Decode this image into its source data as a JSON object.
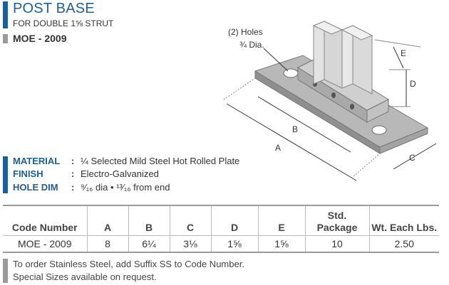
{
  "header": {
    "title": "POST BASE",
    "subtitle": "FOR DOUBLE 1⅝ STRUT",
    "model": "MOE - 2009"
  },
  "diagram": {
    "holes_line1": "(2) Holes",
    "holes_line2": "¾  Dia.",
    "labels": {
      "a": "A",
      "b": "B",
      "c": "C",
      "d": "D",
      "e": "E"
    }
  },
  "specs": [
    {
      "label": "MATERIAL",
      "value": "¼ Selected Mild Steel Hot Rolled Plate"
    },
    {
      "label": "FINISH",
      "value": "Electro-Galvanized"
    },
    {
      "label": "HOLE DIM",
      "value": "⁹⁄₁₆ dia  •  ¹³⁄₁₆ from end"
    }
  ],
  "table": {
    "headers": [
      "Code Number",
      "A",
      "B",
      "C",
      "D",
      "E",
      "Std. Package",
      "Wt. Each Lbs."
    ],
    "rows": [
      [
        "MOE - 2009",
        "8",
        "6¼",
        "3⅛",
        "1⅝",
        "1⅝",
        "10",
        "2.50"
      ]
    ]
  },
  "notes": [
    "To order Stainless Steel, add Suffix SS to Code Number.",
    "Special Sizes available on request."
  ],
  "colors": {
    "accent": "#1f5f99",
    "gray": "#9a9a9a"
  }
}
